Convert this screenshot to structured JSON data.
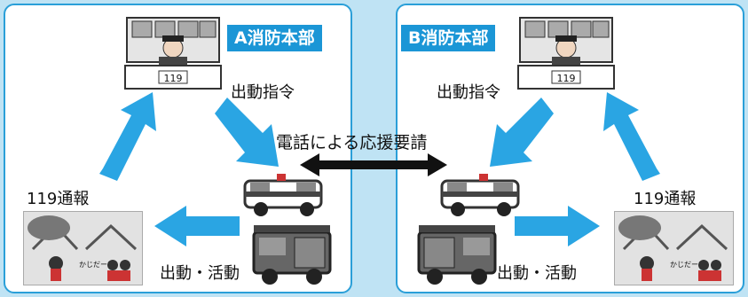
{
  "panel_a": {
    "hq_label": "A消防本部",
    "dispatch_order": "出動指令",
    "report_119": "119通報",
    "dispatch_activity": "出動・活動"
  },
  "panel_b": {
    "hq_label": "B消防本部",
    "dispatch_order": "出動指令",
    "report_119": "119通報",
    "dispatch_activity": "出動・活動"
  },
  "center": {
    "phone_request": "電話による応援要請"
  },
  "icons": {
    "hq_sign": "119",
    "callout": "かじだー!"
  },
  "colors": {
    "accent": "#1b96d6",
    "arrow": "#2aa5e3",
    "panel_border": "#2a9fd8",
    "background": "#bfe3f4"
  }
}
